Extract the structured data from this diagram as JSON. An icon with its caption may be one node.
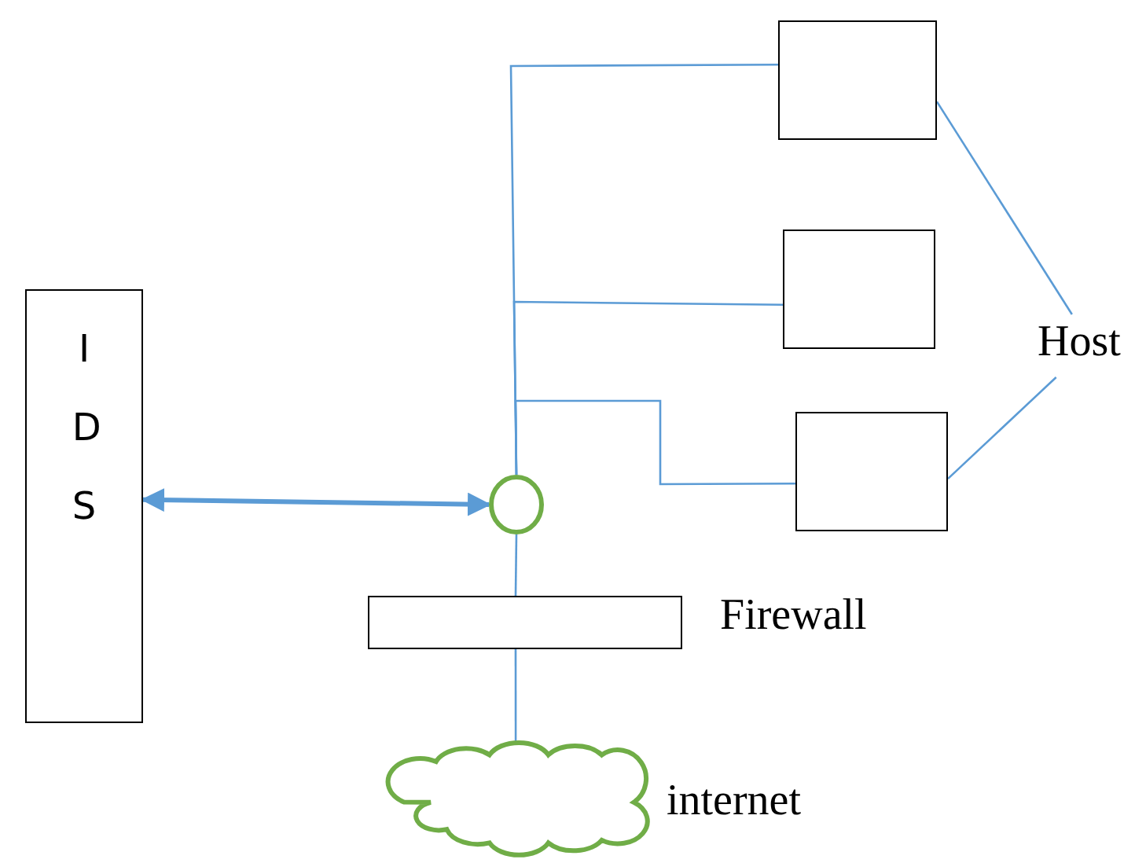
{
  "diagram": {
    "nodes": [
      {
        "text": [],
        "shape": "box"
      },
      {
        "text": [],
        "shape": "box"
      },
      {
        "text": [
          "I D S"
        ]
      },
      {
        "text": [
          "Host"
        ]
      },
      {
        "text": [],
        "shape": "box"
      },
      {
        "text": [],
        "shape": "circle"
      },
      {
        "text": [],
        "shape": "bar",
        "beside": [
          "Firewall"
        ]
      },
      {
        "text": [],
        "shape": "cloud",
        "beside": [
          "internet"
        ]
      }
    ],
    "edges": [
      {
        "from": 2,
        "to": 5,
        "arrow": "both",
        "style": "thick"
      },
      {
        "from": 7,
        "to": 6,
        "arrow": "none"
      },
      {
        "from": 6,
        "to": 5,
        "arrow": "none"
      },
      {
        "from": 5,
        "to": 0,
        "arrow": "none"
      },
      {
        "from": 5,
        "to": 1,
        "arrow": "none"
      },
      {
        "from": 5,
        "to": 4,
        "arrow": "none"
      },
      {
        "from": 3,
        "to": 0,
        "arrow": "none"
      },
      {
        "from": 3,
        "to": 4,
        "arrow": "none"
      }
    ]
  }
}
